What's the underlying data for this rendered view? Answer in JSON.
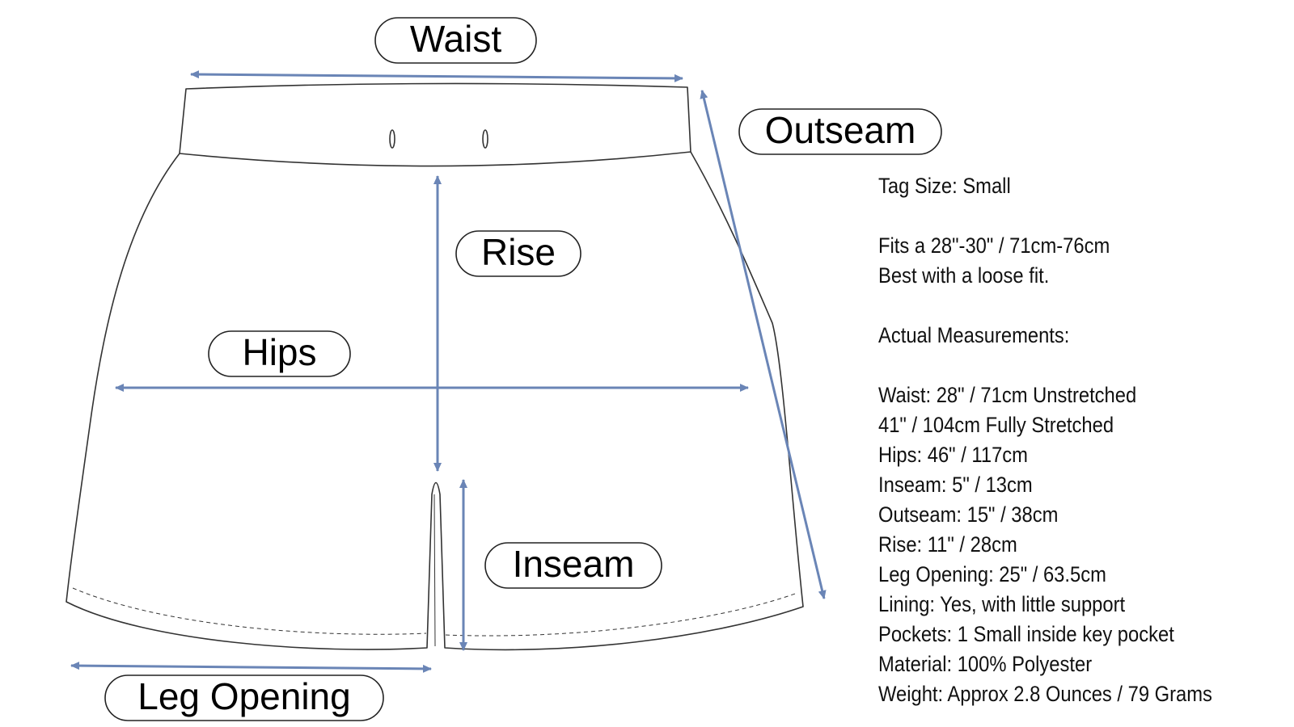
{
  "labels": {
    "waist": "Waist",
    "outseam": "Outseam",
    "rise": "Rise",
    "hips": "Hips",
    "inseam": "Inseam",
    "leg_opening": "Leg Opening"
  },
  "specs": {
    "tag_size": "Tag Size: Small",
    "fits": "Fits a 28\"-30\" / 71cm-76cm",
    "fit_note": "Best with a loose fit.",
    "measurements_heading": "Actual Measurements:",
    "measurements": [
      "Waist: 28\" / 71cm Unstretched",
      "41\" / 104cm Fully Stretched",
      "Hips: 46\" / 117cm",
      "Inseam: 5\" / 13cm",
      "Outseam: 15\" / 38cm",
      "Rise: 11\" / 28cm",
      "Leg Opening: 25\" / 63.5cm",
      "Lining: Yes, with little support",
      "Pockets: 1 Small inside key pocket",
      "Material: 100% Polyester",
      "Weight: Approx 2.8 Ounces / 79 Grams"
    ]
  },
  "colors": {
    "arrow": "#6a85b6",
    "outline": "#333333",
    "pill_border": "#222222"
  }
}
